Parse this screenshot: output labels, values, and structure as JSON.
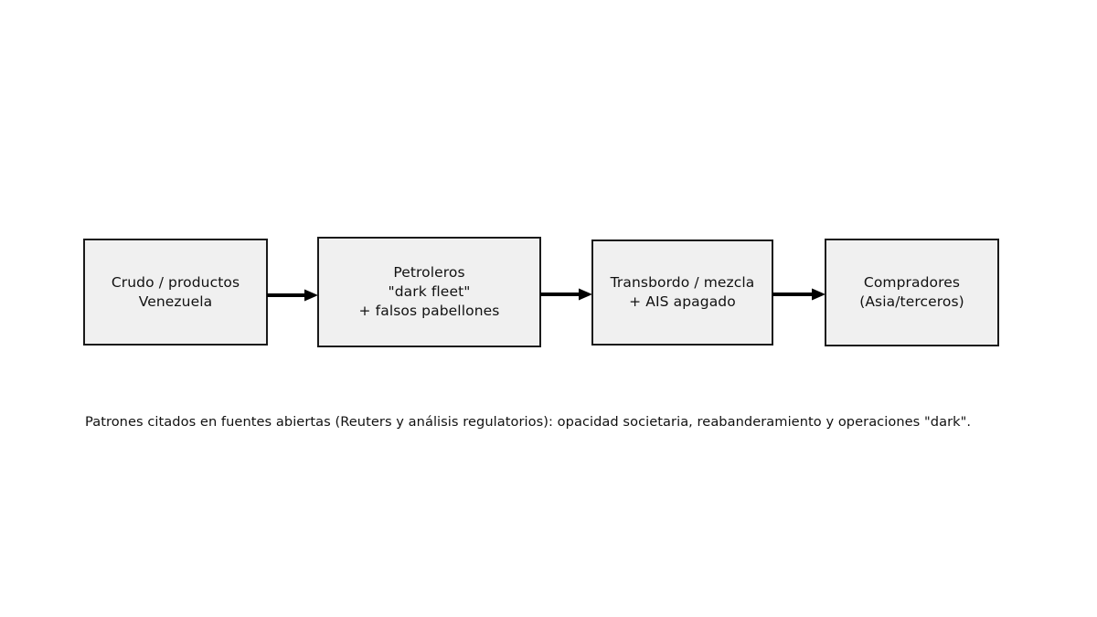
{
  "diagram": {
    "type": "flowchart",
    "orientation": "left-to-right",
    "background_color": "#ffffff",
    "node_fill_color": "#f0f0f0",
    "node_border_color": "#1a1a1a",
    "arrow_color": "#000000",
    "nodes": [
      {
        "id": "origen",
        "label": "Crudo / productos\nVenezuela",
        "lines": [
          "Crudo / productos",
          "Venezuela"
        ]
      },
      {
        "id": "flota",
        "label": "Petroleros\n\"dark fleet\"\n+ falsos pabellones",
        "lines": [
          "Petroleros",
          "\"dark fleet\"",
          "+ falsos pabellones"
        ]
      },
      {
        "id": "transbordo",
        "label": "Transbordo / mezcla\n+ AIS apagado",
        "lines": [
          "Transbordo / mezcla",
          "+ AIS apagado"
        ]
      },
      {
        "id": "compradores",
        "label": "Compradores\n(Asia/terceros)",
        "lines": [
          "Compradores",
          "(Asia/terceros)"
        ]
      }
    ],
    "edges": [
      {
        "id": "edge-1",
        "from": "origen",
        "to": "flota",
        "label": ""
      },
      {
        "id": "edge-2",
        "from": "flota",
        "to": "transbordo",
        "label": ""
      },
      {
        "id": "edge-3",
        "from": "transbordo",
        "to": "compradores",
        "label": ""
      }
    ],
    "caption": "Patrones citados en fuentes abiertas (Reuters y análisis regulatorios): opacidad societaria, reabanderamiento y operaciones \"dark\"."
  }
}
